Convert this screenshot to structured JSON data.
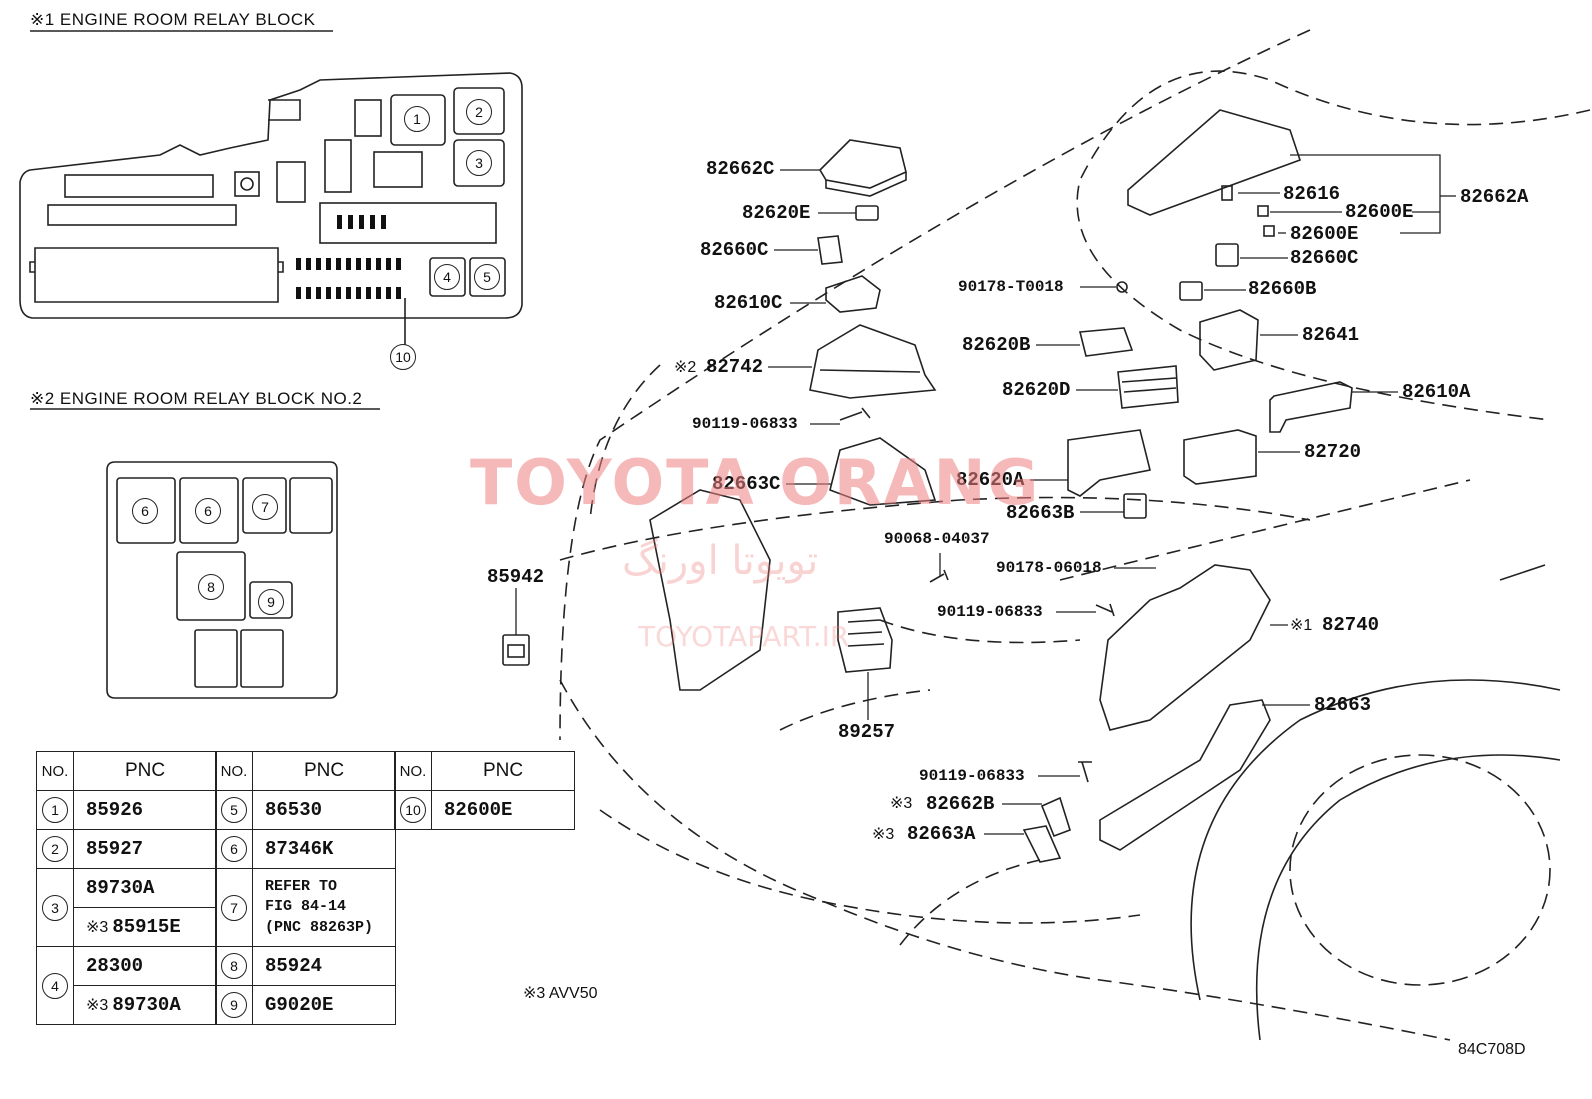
{
  "sections": {
    "relay_block_1": "※1 ENGINE ROOM RELAY BLOCK",
    "relay_block_2": "※2 ENGINE ROOM RELAY BLOCK NO.2"
  },
  "block1_numbers": [
    "1",
    "2",
    "3",
    "4",
    "5",
    "10"
  ],
  "block2_numbers": [
    "6",
    "6",
    "7",
    "8",
    "9"
  ],
  "parts": {
    "p82662C": "82662C",
    "p82620E": "82620E",
    "p82660C_l": "82660C",
    "p82610C": "82610C",
    "p82742_mark": "※2",
    "p82742": "82742",
    "p90119_1": "90119-06833",
    "p82663C": "82663C",
    "p85942": "85942",
    "p89257": "89257",
    "p90068": "90068-04037",
    "p82616": "82616",
    "p82600E_1": "82600E",
    "p82600E_2": "82600E",
    "p82662A": "82662A",
    "p82660C_r": "82660C",
    "p90178_T": "90178-T0018",
    "p82660B": "82660B",
    "p82641": "82641",
    "p82620B": "82620B",
    "p82620D": "82620D",
    "p82610A": "82610A",
    "p82720": "82720",
    "p82620A": "82620A",
    "p82663B": "82663B",
    "p90178_06": "90178-06018",
    "p90119_2": "90119-06833",
    "p82740_mark": "※1",
    "p82740": "82740",
    "p82663": "82663",
    "p90119_3": "90119-06833",
    "p82662B_mark": "※3",
    "p82662B": "82662B",
    "p82663A_mark": "※3",
    "p82663A": "82663A"
  },
  "table": {
    "header_no": "NO.",
    "header_pnc": "PNC",
    "col1": [
      {
        "no": "1",
        "pnc": "85926"
      },
      {
        "no": "2",
        "pnc": "85927"
      },
      {
        "no": "3",
        "pnc": "89730A",
        "sub_mark": "※3",
        "sub_pnc": "85915E"
      },
      {
        "no": "4",
        "pnc": "28300",
        "sub_mark": "※3",
        "sub_pnc": "89730A"
      }
    ],
    "col2": [
      {
        "no": "5",
        "pnc": "86530"
      },
      {
        "no": "6",
        "pnc": "87346K"
      },
      {
        "no": "7",
        "pnc_lines": [
          "REFER TO",
          "FIG 84-14",
          "(PNC 88263P)"
        ]
      },
      {
        "no": "8",
        "pnc": "85924"
      },
      {
        "no": "9",
        "pnc": "G9020E"
      }
    ],
    "col3": [
      {
        "no": "10",
        "pnc": "82600E"
      }
    ]
  },
  "footnote": "※3 AVV50",
  "figure_code": "84C708D",
  "watermark": {
    "main": "TOYOTA ORANG",
    "arabic": "تویوتا اورنگ",
    "site": "TOYOTAPART.IR",
    "color": "#f08080"
  }
}
